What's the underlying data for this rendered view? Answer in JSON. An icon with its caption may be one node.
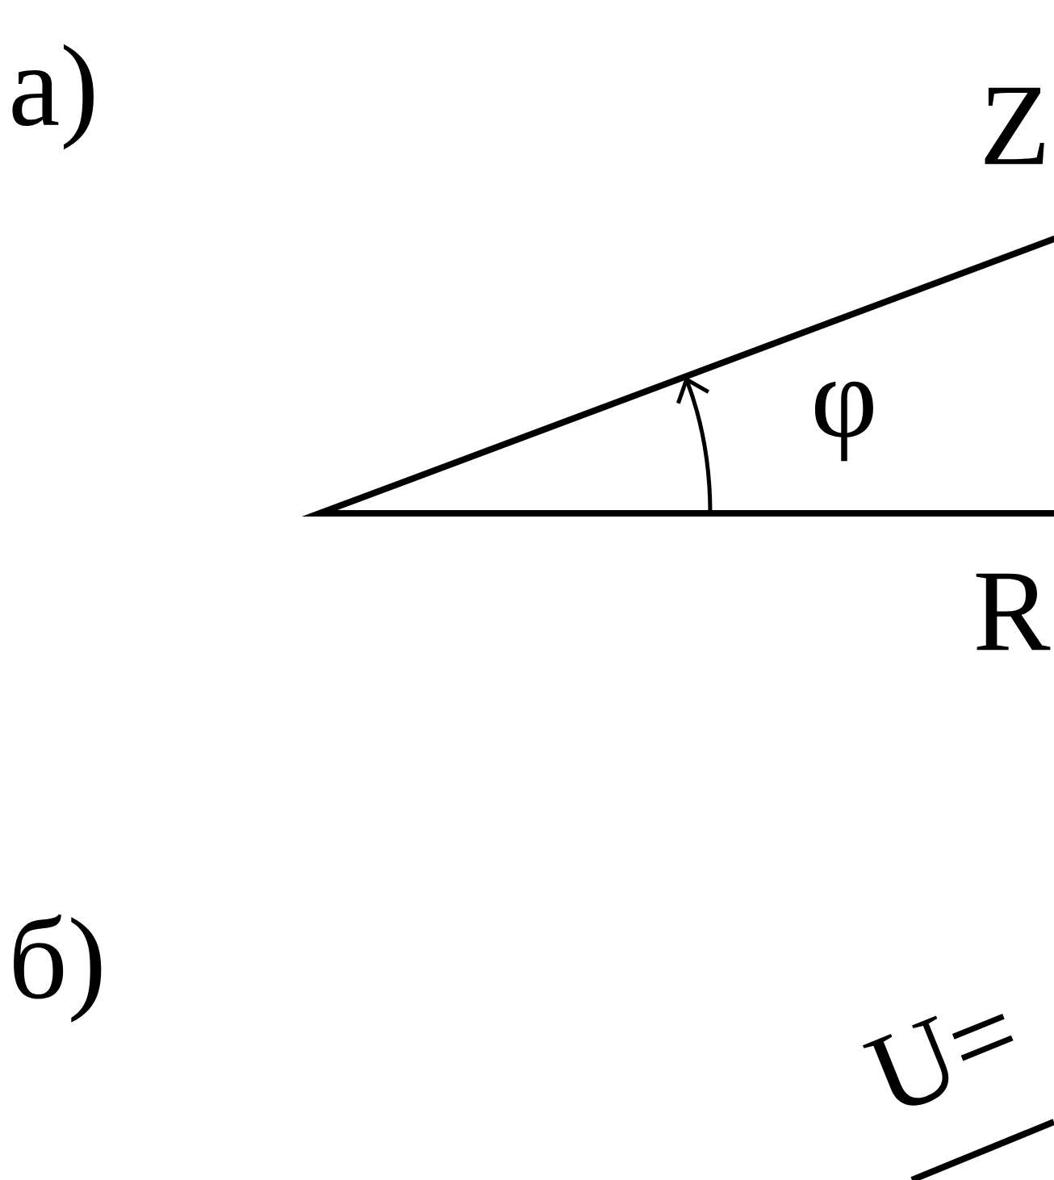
{
  "diagram": {
    "labels": [
      "а)",
      "Z",
      "φ",
      "R",
      "б)",
      "U="
    ]
  }
}
